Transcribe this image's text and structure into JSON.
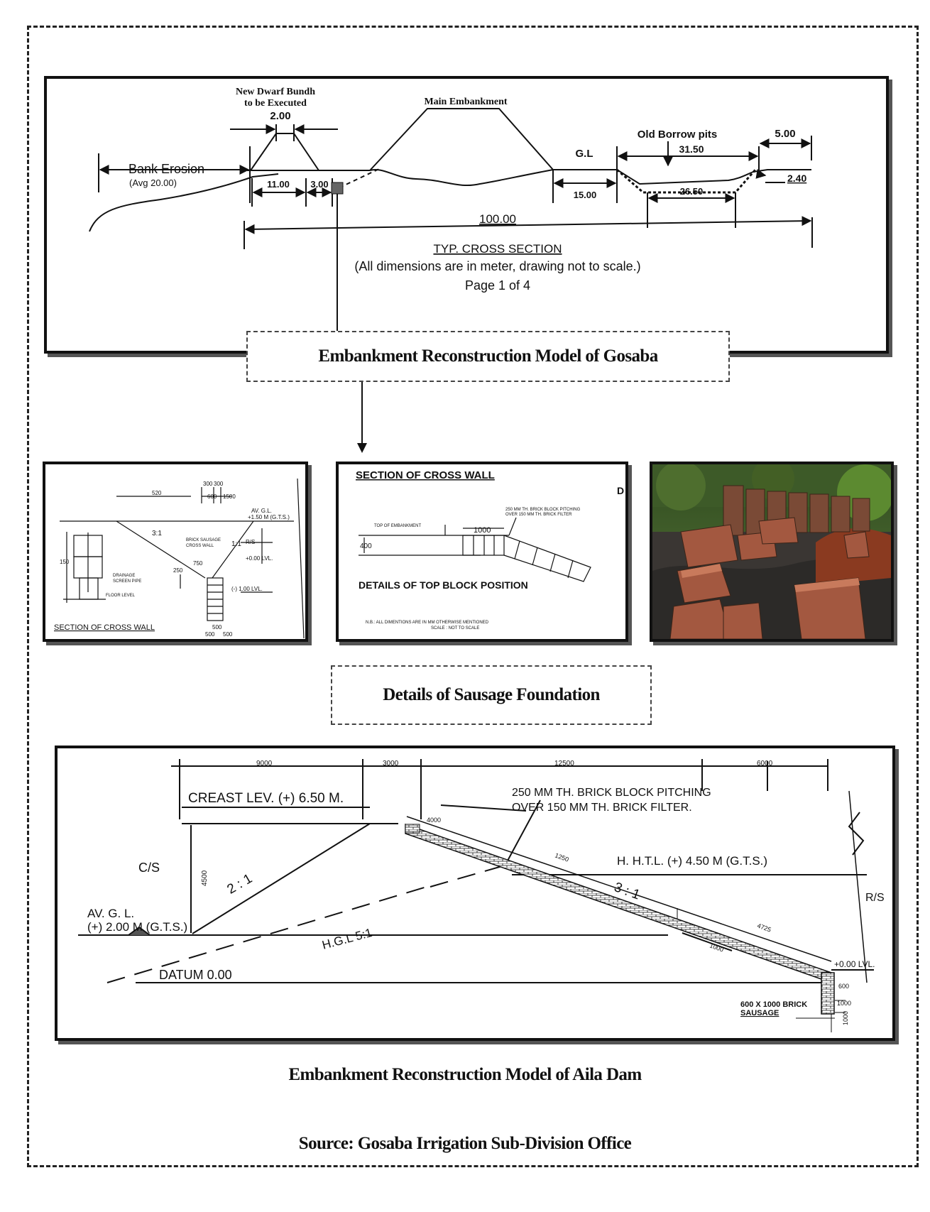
{
  "gosaba": {
    "labels": {
      "dwarf_bundh_1": "New Dwarf Bundh",
      "dwarf_bundh_2": "to be Executed",
      "main_embankment": "Main Embankment",
      "bank_erosion": "Bank Erosion",
      "bank_erosion_avg": "(Avg 20.00)",
      "gl": "G.L",
      "old_borrow_pits": "Old  Borrow pits"
    },
    "dimensions": {
      "d2_00": "2.00",
      "d11_00": "11.00",
      "d3_00": "3.00",
      "d15_00": "15.00",
      "d31_50": "31.50",
      "d5_00": "5.00",
      "d2_40": "2.40",
      "d26_50": "26.50",
      "d100_00": "100.00"
    },
    "title": "TYP. CROSS SECTION",
    "note": "(All dimensions are in meter, drawing not to scale.)",
    "page": "Page 1 of 4"
  },
  "captions": {
    "gosaba": "Embankment Reconstruction Model of Gosaba",
    "sausage": "Details of Sausage Foundation",
    "aila": "Embankment Reconstruction Model of Aila Dam",
    "source": "Source: Gosaba Irrigation Sub-Division Office"
  },
  "sausage_left": {
    "title": "SECTION OF CROSS WALL",
    "d520": "520",
    "d300a": "300",
    "d300b": "300",
    "d600": "600",
    "d1500": "1500",
    "avgl": "AV. G.L.",
    "avgl2": "+1.50 M (G.T.S.)",
    "slope31": "3:1",
    "slope11": "1:1",
    "rs": "R/S",
    "lvl000": "+0.00 LVL.",
    "lvl100": "(-) 1.00 LVL.",
    "brick_sausage": "BRICK SAUSAGE",
    "cross_wall": "CROSS WALL",
    "d750": "750",
    "d150": "150",
    "d250": "250",
    "d500": "500",
    "d500b": "500",
    "d500c": "500",
    "drainage": "DRAINAGE",
    "drainage2": "SCREEN PIPE",
    "bottom_label": "FLOOR LEVEL"
  },
  "sausage_mid": {
    "title": "SECTION OF CROSS WALL",
    "corner": "D",
    "top_of_embankment": "TOP OF EMBANKMENT",
    "d1000": "1000",
    "d400": "400",
    "pitching_1": "250 MM TH. BRICK BLOCK PITCHING",
    "pitching_2": "OVER 150 MM TH. BRICK FILTER",
    "details": "DETAILS OF TOP BLOCK POSITION",
    "nb": "N.B.: ALL DIMENTIONS ARE IN MM OTHERWISE MENTIONED",
    "scale": "SCALE : NOT TO SCALE"
  },
  "photo": {
    "description_icon": "brick-sausage-photo"
  },
  "aila": {
    "dims": {
      "d9000": "9000",
      "d3000": "3000",
      "d12500": "12500",
      "d6000": "6000"
    },
    "crest": "CREAST LEV. (+) 6.50 M.",
    "pitching_1": "250 MM TH. BRICK BLOCK PITCHING",
    "pitching_2": "OVER 150 MM TH. BRICK FILTER.",
    "cs": "C/S",
    "rs": "R/S",
    "hhtl": "H. H.T.L. (+) 4.50 M (G.T.S.)",
    "avgl_1": "AV. G. L.",
    "avgl_2": "(+) 2.00 M (G.T.S.)",
    "slope_21": "2 : 1",
    "slope_31": "3 : 1",
    "hgl": "H.G.L  5:1",
    "datum": "DATUM 0.00",
    "lvl000": "+0.00 LVL.",
    "sausage_1": "600 X 1000 BRICK",
    "sausage_2": "SAUSAGE",
    "d4500": "4500",
    "d1000": "1000",
    "d1000b": "1000",
    "d4000": "4000",
    "d1250": "1250",
    "d1000c": "1000",
    "d600": "600",
    "d4725": "4725"
  }
}
